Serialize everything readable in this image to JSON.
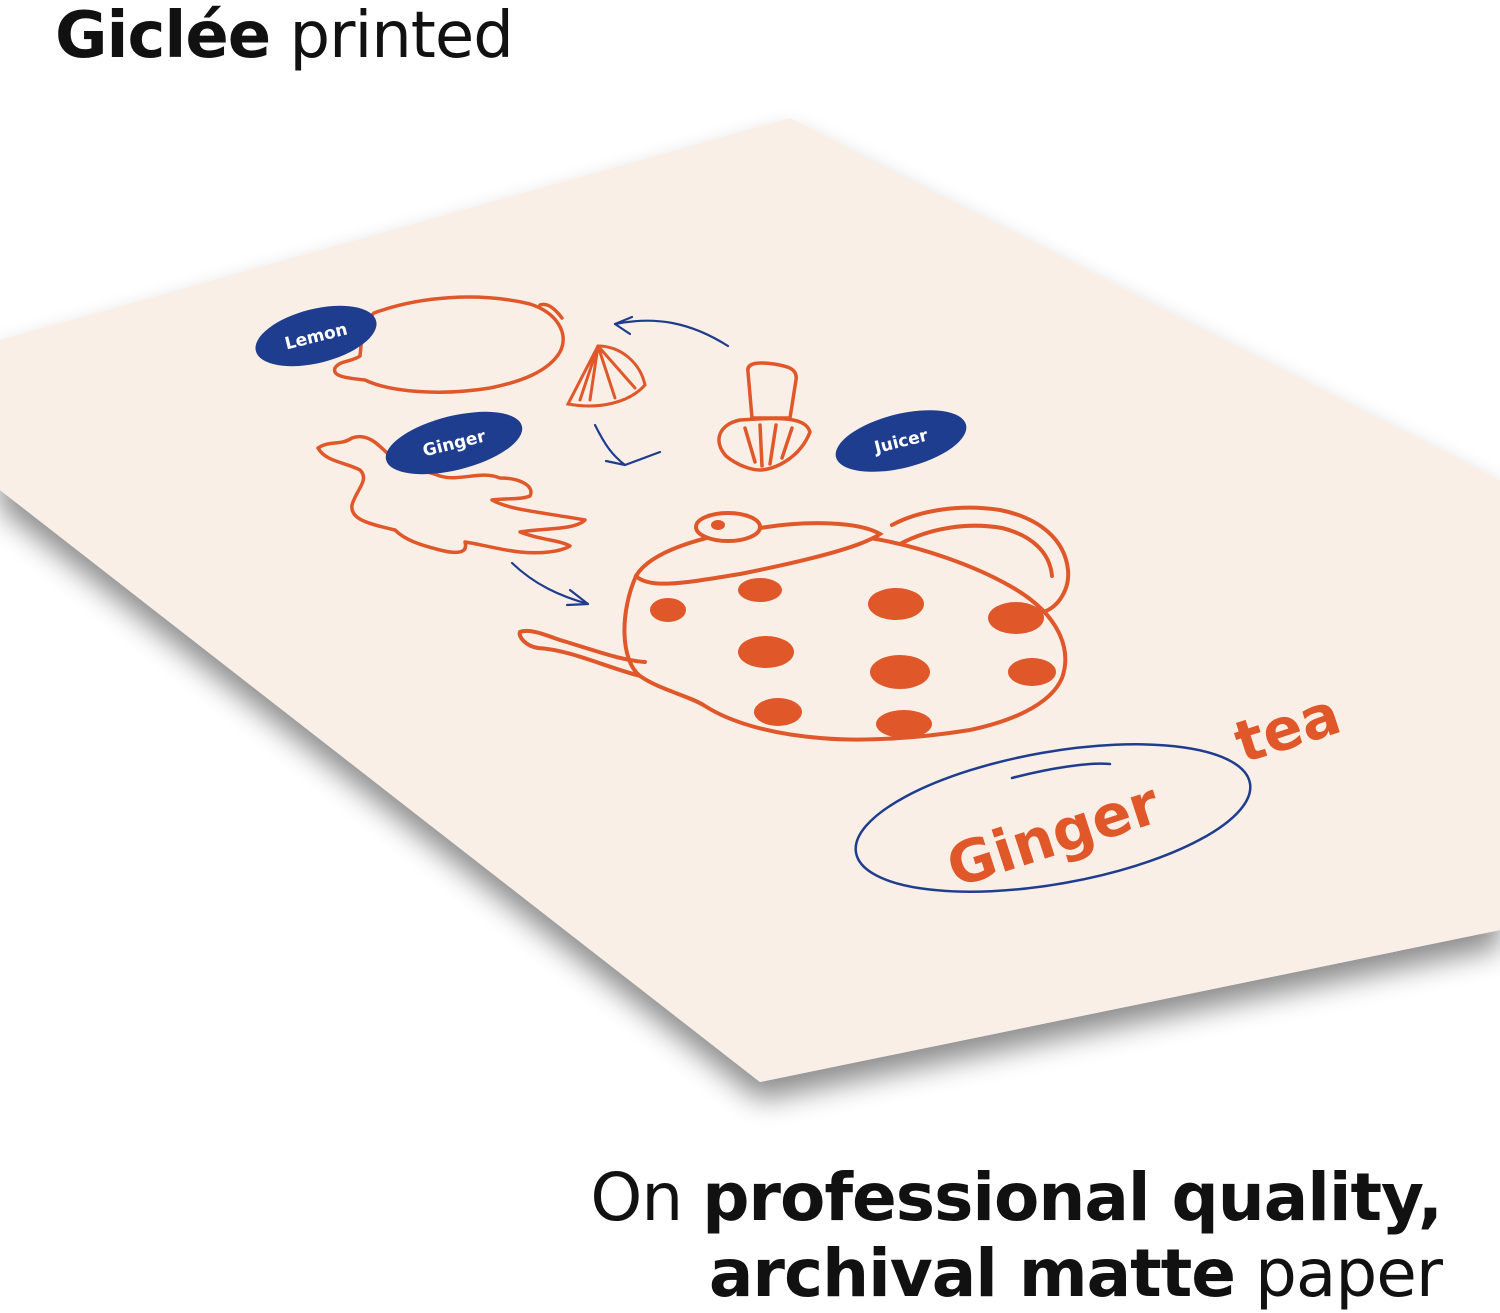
{
  "header": {
    "bold": "Giclée",
    "light": "printed"
  },
  "poster": {
    "paper_color": "#f9efe6",
    "ink_orange": "#e0572a",
    "ink_blue": "#1f3d8f",
    "labels": {
      "lemon": "Lemon",
      "ginger": "Ginger",
      "juicer": "Juicer"
    },
    "title_word1": "Ginger",
    "title_word2": "tea"
  },
  "caption": {
    "line1_light": "On",
    "line1_bold": "professional quality,",
    "line2_bold": "archival matte",
    "line2_light": "paper"
  }
}
